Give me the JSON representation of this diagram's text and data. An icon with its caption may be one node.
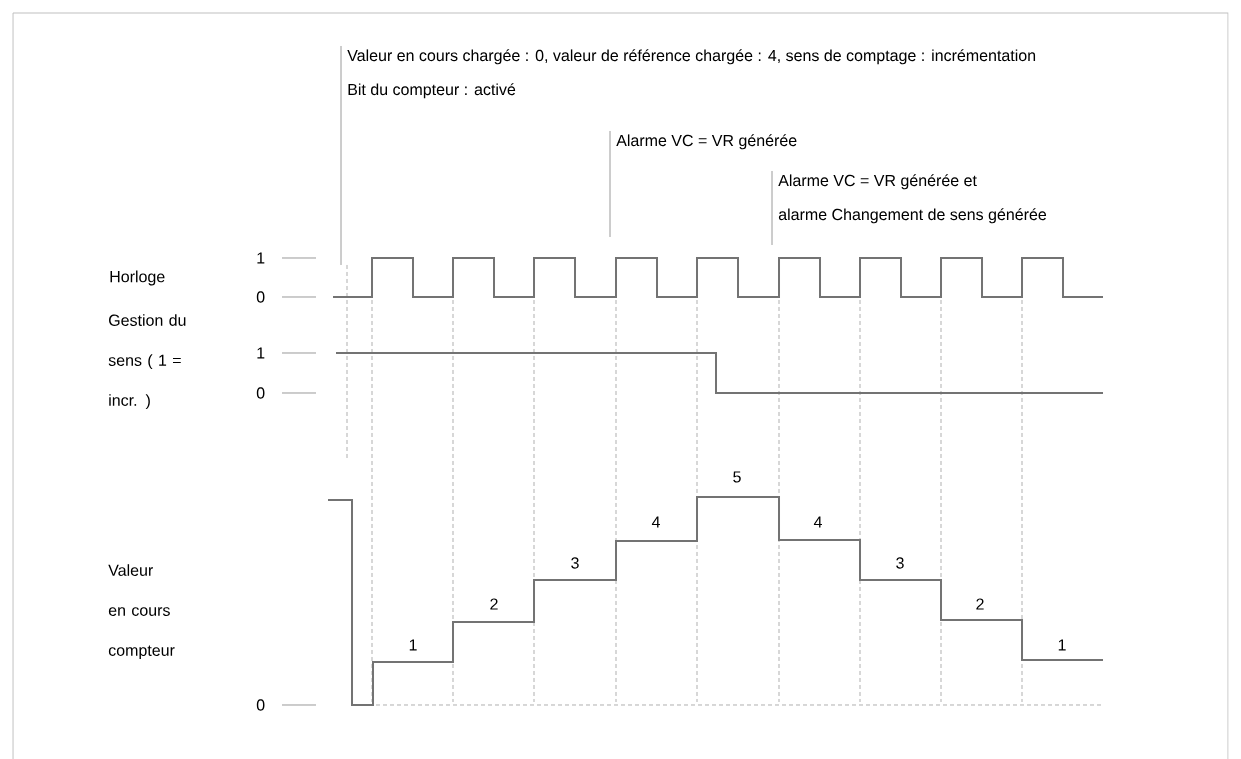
{
  "diagram": {
    "nodes": [
      {
        "text": [
          "Valeur en cours chargée : 0, valeur de référence chargée : 4, sens de comptage : incrémentation",
          "Bit du compteur : activé"
        ]
      },
      {
        "text": [
          "Alarme VC = VR générée"
        ]
      },
      {
        "text": [
          "Alarme VC = VR générée et",
          "alarme Changement de sens générée"
        ]
      }
    ],
    "edges": [
      {
        "from": 0,
        "to": null,
        "arrow": "none"
      },
      {
        "from": 1,
        "to": null,
        "arrow": "none"
      },
      {
        "from": 2,
        "to": null,
        "arrow": "none"
      }
    ],
    "labels": [
      "Horloge",
      "1",
      "0",
      "Gestion du sens ( 1 = incr. )",
      "1",
      "0",
      "Valeur en cours compteur",
      "0",
      "1",
      "2",
      "3",
      "4",
      "5",
      "4",
      "3",
      "2",
      "1"
    ]
  }
}
